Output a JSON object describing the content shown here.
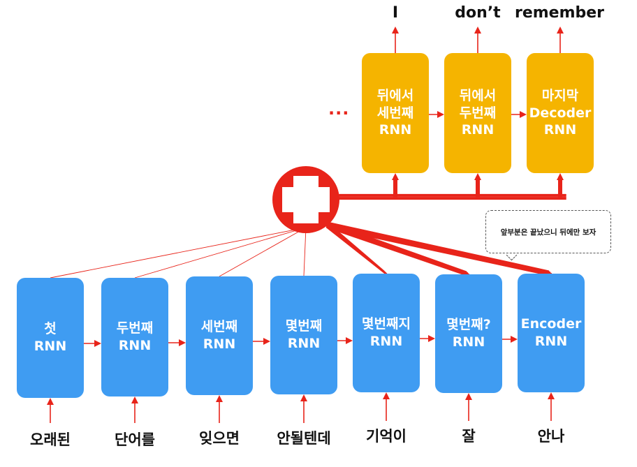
{
  "colors": {
    "encoder": "#3f9cf2",
    "decoder": "#f5b400",
    "arrow": "#e8241a"
  },
  "encoder_cells": [
    {
      "lines": [
        "첫",
        "RNN"
      ]
    },
    {
      "lines": [
        "두번째",
        "RNN"
      ]
    },
    {
      "lines": [
        "세번째",
        "RNN"
      ]
    },
    {
      "lines": [
        "몇번째",
        "RNN"
      ]
    },
    {
      "lines": [
        "몇번째지",
        "RNN"
      ]
    },
    {
      "lines": [
        "몇번째?",
        "RNN"
      ]
    },
    {
      "lines": [
        "Encoder",
        "RNN"
      ]
    }
  ],
  "input_words": [
    "오래된",
    "단어를",
    "잊으면",
    "안될텐데",
    "기억이",
    "잘",
    "안나"
  ],
  "decoder_cells": [
    {
      "lines": [
        "뒤에서",
        "세번째",
        "RNN"
      ]
    },
    {
      "lines": [
        "뒤에서",
        "두번째",
        "RNN"
      ]
    },
    {
      "lines": [
        "마지막",
        "Decoder",
        "RNN"
      ]
    }
  ],
  "output_words": [
    "I",
    "don’t",
    "remember"
  ],
  "ellipsis": "...",
  "callout": "앞부분은 끝났으니 뒤에만 보자",
  "combiner_icon": "plus-icon"
}
